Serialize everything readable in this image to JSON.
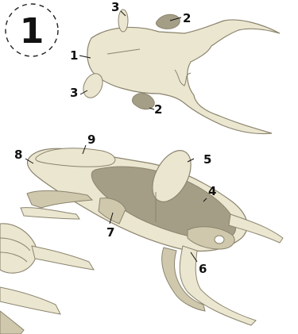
{
  "step": {
    "number": "1"
  },
  "callouts": {
    "c1": "1",
    "c2a": "2",
    "c2b": "2",
    "c3a": "3",
    "c3b": "3",
    "c4": "4",
    "c5": "5",
    "c6": "6",
    "c7": "7",
    "c8": "8",
    "c9": "9"
  },
  "colors": {
    "part_light": "#ebe6d0",
    "part_mid": "#cfc8ad",
    "part_dark": "#a59e87",
    "outline": "#8b846e",
    "text": "#111111"
  }
}
